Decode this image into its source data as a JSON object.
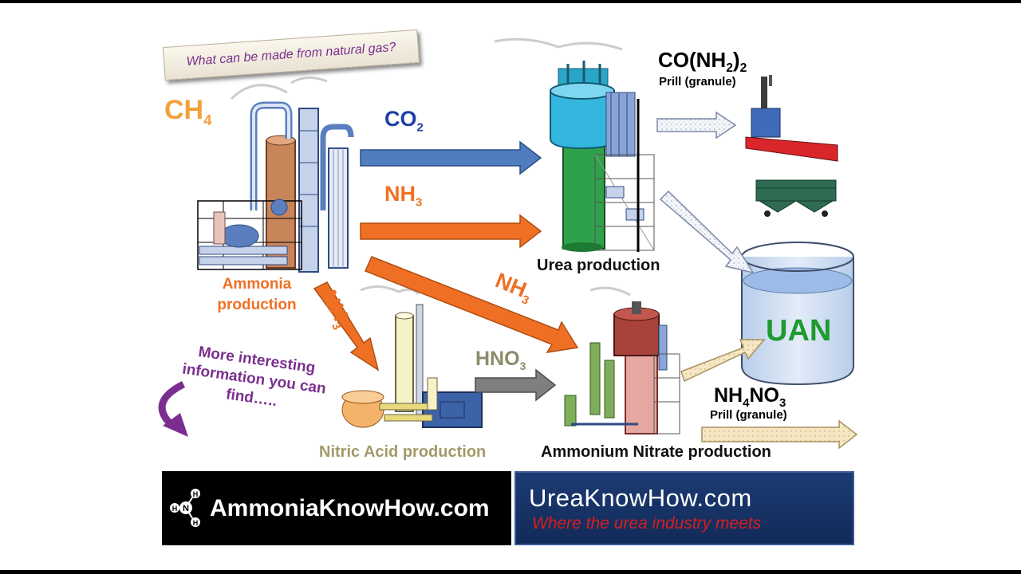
{
  "banner": {
    "text": "What can be made from natural gas?"
  },
  "labels": {
    "ch4": "CH",
    "ch4_sub": "4",
    "co2": "CO",
    "co2_sub": "2",
    "nh3": "NH",
    "nh3_sub": "3",
    "hno3": "HNO",
    "hno3_sub": "3",
    "ammonia_production": "Ammonia production",
    "urea_production": "Urea production",
    "nitric_acid_production": "Nitric Acid production",
    "ammonium_nitrate_production": "Ammonium Nitrate production",
    "urea_formula_a": "CO(NH",
    "urea_formula_sub1": "2",
    "urea_formula_b": ")",
    "urea_formula_sub2": "2",
    "prill": "Prill (granule)",
    "an_formula_a": "NH",
    "an_formula_sub1": "4",
    "an_formula_b": "NO",
    "an_formula_sub2": "3",
    "uan": "UAN",
    "more_info": "More interesting information you can find….."
  },
  "logos": {
    "ammonia_site": "AmmoniaKnowHow.com",
    "ammonia_molecule": {
      "center": "N",
      "atom": "H"
    },
    "urea_site": "UreaKnowHow.com",
    "urea_tagline": "Where the urea industry meets"
  },
  "colors": {
    "orange": "#ef7024",
    "blue_arrow": "#4f7dbf",
    "gray_arrow": "#7f7f7f",
    "purple": "#7a2f8e",
    "uan_green": "#1e9a2e"
  }
}
